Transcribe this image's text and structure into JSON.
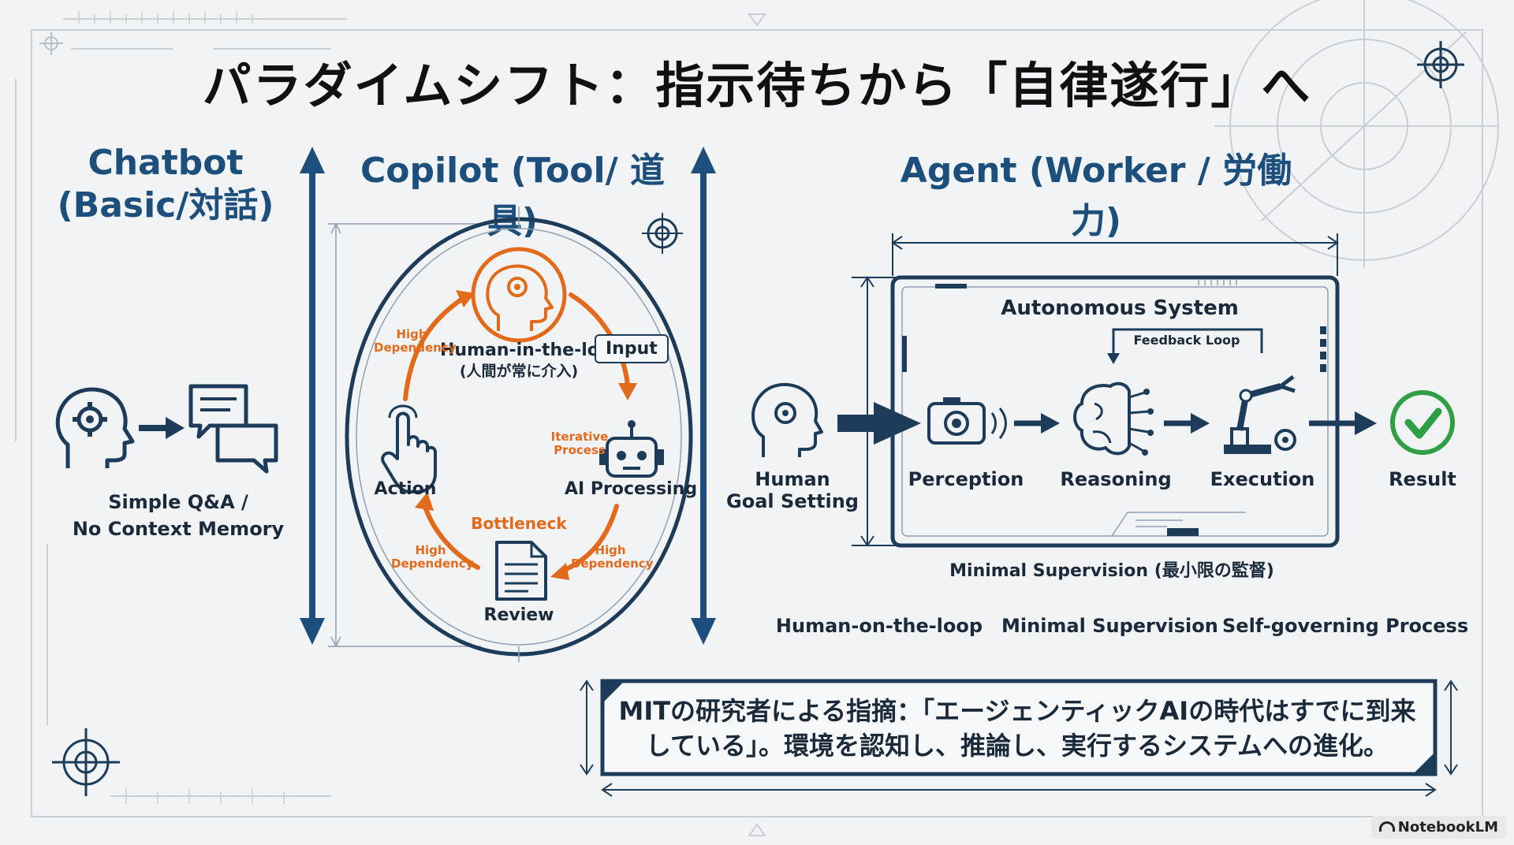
{
  "title": "パラダイムシフト：指示待ちから「自律遂行」へ",
  "chatbot": {
    "heading_line1": "Chatbot",
    "heading_line2": "(Basic/対話)",
    "caption_line1": "Simple Q&A /",
    "caption_line2": "No Context Memory"
  },
  "copilot": {
    "heading": "Copilot (Tool/ 道具)",
    "hitl_line1": "Human-in-the-loop",
    "hitl_line2": "(人間が常に介入)",
    "input_label": "Input",
    "iterative_line1": "Iterative",
    "iterative_line2": "Process",
    "ai_processing": "AI Processing",
    "bottleneck": "Bottleneck",
    "review": "Review",
    "action": "Action",
    "high_dep_top_line1": "High",
    "high_dep_top_line2": "Dependency",
    "high_dep_bl_line1": "High",
    "high_dep_bl_line2": "Dependency",
    "high_dep_br_line1": "High",
    "high_dep_br_line2": "Dependency"
  },
  "agent": {
    "heading": "Agent (Worker / 労働力)",
    "human_line1": "Human",
    "human_line2": "Goal Setting",
    "system_title": "Autonomous System",
    "feedback": "Feedback Loop",
    "perception": "Perception",
    "reasoning": "Reasoning",
    "execution": "Execution",
    "result": "Result",
    "minimal_caption": "Minimal Supervision (最小限の監督)",
    "tags": [
      "Human-on-the-loop",
      "Minimal Supervision",
      "Self-governing Process"
    ]
  },
  "quote": {
    "line1": "MITの研究者による指摘：「エージェンティックAIの時代はすでに到来",
    "line2": "している」。環境を認知し、推論し、実行するシステムへの進化。"
  },
  "badge": "NotebookLM",
  "colors": {
    "navy": "#1d4f7c",
    "dark": "#1d3c5a",
    "orange": "#e46a1b",
    "green": "#2f9e44",
    "background": "#f1f3f5"
  }
}
